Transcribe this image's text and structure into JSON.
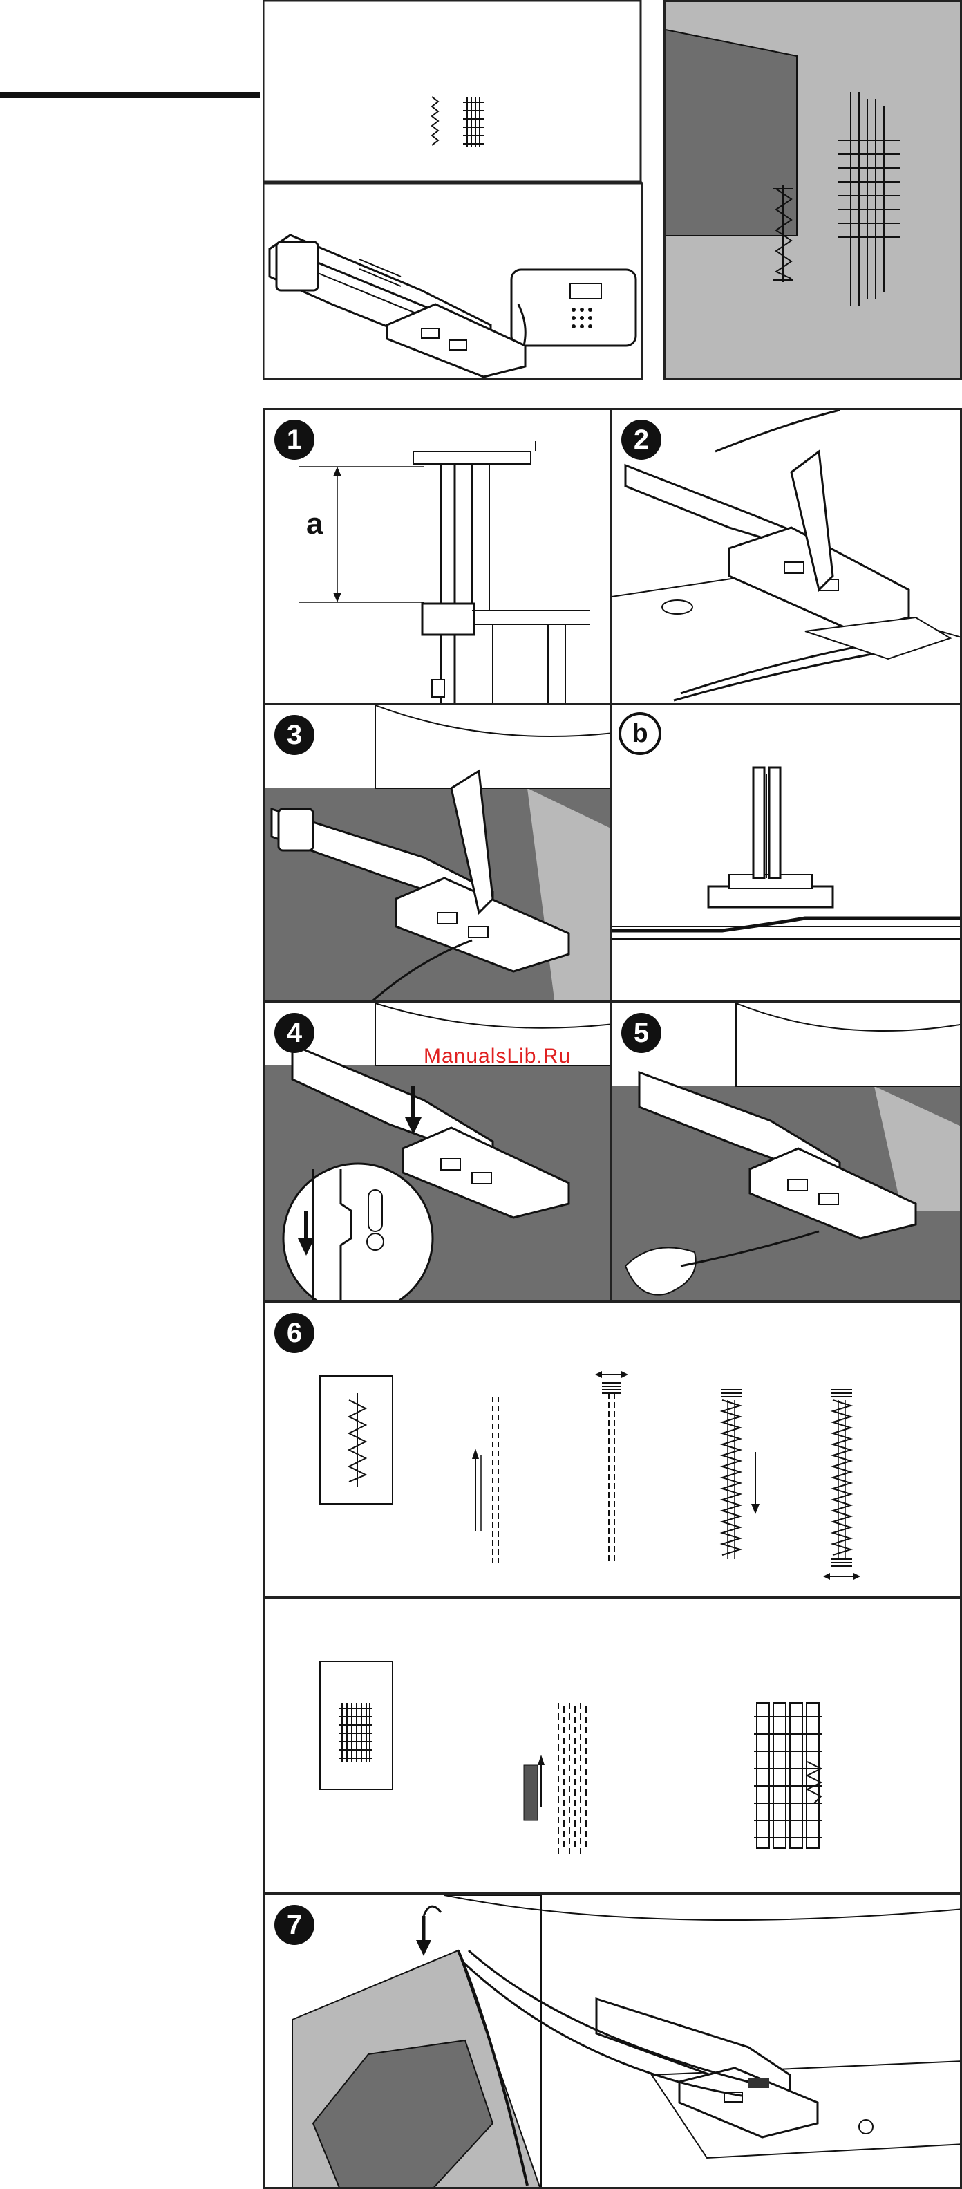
{
  "steps": {
    "s1": "1",
    "s2": "2",
    "s3": "3",
    "s4": "4",
    "s5": "5",
    "s6": "6",
    "s7": "7"
  },
  "labels": {
    "a": "a",
    "b": "b"
  },
  "watermark": "ManualsLib.Ru",
  "colors": {
    "panel_gray": "#b9b9b9",
    "fabric_dark": "#6e6e6e",
    "ink": "#111111",
    "watermark": "#e02020"
  }
}
